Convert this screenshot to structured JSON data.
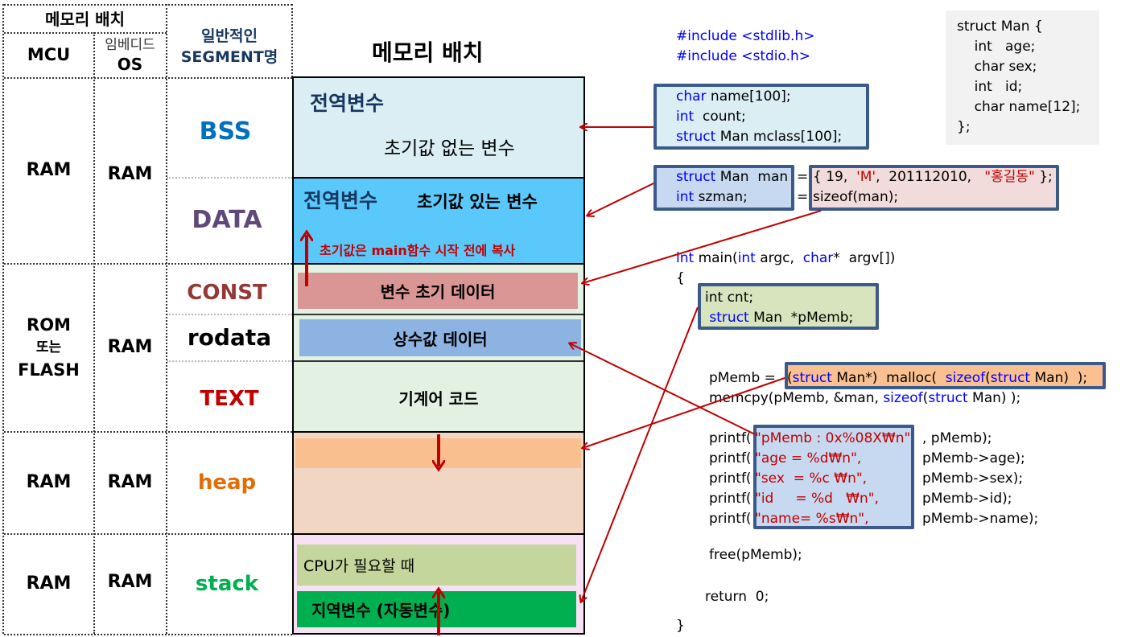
{
  "table": {
    "header_layout": "메모리 배치",
    "col_mcu": "MCU",
    "col_os_line1": "임베디드",
    "col_os_line2": "OS",
    "col_segment_line1": "일반적인",
    "col_segment_line2": "SEGMENT명",
    "rows": [
      {
        "mcu": "RAM",
        "os": "RAM"
      },
      {
        "mcu_line1": "ROM",
        "mcu_line2": "또는",
        "mcu_line3": "FLASH",
        "os": "RAM"
      },
      {
        "mcu": "RAM",
        "os": "RAM"
      },
      {
        "mcu": "RAM",
        "os": "RAM"
      }
    ],
    "segments": {
      "bss": "BSS",
      "data": "DATA",
      "const": "CONST",
      "rodata": "rodata",
      "text": "TEXT",
      "heap": "heap",
      "stack": "stack"
    },
    "segment_colors": {
      "bss": "#0070c0",
      "data": "#5f497a",
      "const": "#953735",
      "rodata": "#000000",
      "text": "#c00000",
      "heap": "#e36c09",
      "stack": "#00b050"
    }
  },
  "memory": {
    "title": "메모리 배치",
    "bss_title": "전역변수",
    "bss_desc": "초기값 없는 변수",
    "data_title": "전역변수",
    "data_desc": "초기값 있는 변수",
    "data_note": "초기값은 main함수 시작 전에 복사",
    "const_label": "변수 초기 데이터",
    "rodata_label": "상수값 데이터",
    "text_label": "기계어 코드",
    "stack_cpu": "CPU가 필요할 때",
    "stack_local": "지역변수 (자동변수)"
  },
  "code": {
    "includes": [
      [
        [
          "#include <stdlib.h>",
          "kw"
        ]
      ],
      [
        [
          "#include <stdio.h>",
          "kw"
        ]
      ]
    ],
    "globals_bss": [
      [
        [
          "char",
          "kw"
        ],
        [
          " name[100];",
          ""
        ]
      ],
      [
        [
          "int",
          "kw"
        ],
        [
          "  count;",
          ""
        ]
      ],
      [
        [
          "struct",
          "kw"
        ],
        [
          " Man mclass[100];",
          ""
        ]
      ]
    ],
    "globals_data_left": [
      [
        [
          "struct",
          "kw"
        ],
        [
          " Man  man",
          ""
        ]
      ],
      [
        [
          "int",
          "kw"
        ],
        [
          " szman;",
          ""
        ]
      ]
    ],
    "globals_data_eq": [
      [
        "=",
        ""
      ],
      [
        "=",
        ""
      ]
    ],
    "globals_data_right": [
      [
        [
          "{ 19,  ",
          ""
        ],
        [
          "'M'",
          "str"
        ],
        [
          ",  201112010,   ",
          ""
        ],
        [
          "\"홍길동\"",
          "str"
        ],
        [
          " };",
          ""
        ]
      ],
      [
        [
          "sizeof(man);",
          ""
        ]
      ]
    ],
    "main_sig": [
      [
        [
          "int",
          "kw"
        ],
        [
          " main(",
          ""
        ],
        [
          "int",
          "kw"
        ],
        [
          " argc,  ",
          ""
        ],
        [
          "char",
          "kw"
        ],
        [
          "*  argv[])",
          ""
        ]
      ],
      [
        [
          "{",
          ""
        ]
      ]
    ],
    "locals": [
      [
        [
          "int cnt;",
          ""
        ]
      ],
      [
        [
          " ",
          ""
        ],
        [
          "struct",
          "kw"
        ],
        [
          " Man  *pMemb;",
          ""
        ]
      ]
    ],
    "malloc_prefix": [
      [
        [
          "pMemb = ",
          ""
        ]
      ]
    ],
    "malloc_expr": [
      [
        [
          "(",
          ""
        ],
        [
          "struct",
          "kw"
        ],
        [
          " Man*)  malloc(  ",
          ""
        ],
        [
          "sizeof",
          "kw"
        ],
        [
          "(",
          ""
        ],
        [
          "struct",
          "kw"
        ],
        [
          " Man)  );",
          ""
        ]
      ]
    ],
    "memcpy": [
      [
        [
          "memcpy(pMemb, &man, ",
          ""
        ],
        [
          "sizeof",
          "kw"
        ],
        [
          "(",
          ""
        ],
        [
          "struct",
          "kw"
        ],
        [
          " Man) );",
          ""
        ]
      ]
    ],
    "printf_prefix": [
      [
        [
          "printf(",
          ""
        ]
      ],
      [
        [
          "printf(",
          ""
        ]
      ],
      [
        [
          "printf(",
          ""
        ]
      ],
      [
        [
          "printf(",
          ""
        ]
      ],
      [
        [
          "printf(",
          ""
        ]
      ]
    ],
    "printf_formats": [
      [
        [
          "\"pMemb : 0x%08X₩n\"",
          "str"
        ]
      ],
      [
        [
          "\"age = %d₩n\",",
          "str"
        ]
      ],
      [
        [
          "\"sex  = %c ₩n\",",
          "str"
        ]
      ],
      [
        [
          "\"id     = %d   ₩n\",",
          "str"
        ]
      ],
      [
        [
          "\"name= %s₩n\",",
          "str"
        ]
      ]
    ],
    "printf_args": [
      [
        [
          ", pMemb);",
          ""
        ]
      ],
      [
        [
          "pMemb->age);",
          ""
        ]
      ],
      [
        [
          "pMemb->sex);",
          ""
        ]
      ],
      [
        [
          "pMemb->id);",
          ""
        ]
      ],
      [
        [
          "pMemb->name);",
          ""
        ]
      ]
    ],
    "free": [
      [
        [
          "free(pMemb);",
          ""
        ]
      ]
    ],
    "ret": [
      [
        [
          "return  0;",
          ""
        ]
      ]
    ],
    "close": [
      [
        [
          "}",
          ""
        ]
      ]
    ],
    "struct_def": [
      [
        [
          "struct Man {",
          ""
        ]
      ],
      [
        [
          "    int   age;",
          ""
        ]
      ],
      [
        [
          "    char sex;",
          ""
        ]
      ],
      [
        [
          "    int   id;",
          ""
        ]
      ],
      [
        [
          "    char name[12];",
          ""
        ]
      ],
      [
        [
          "};",
          ""
        ]
      ]
    ]
  },
  "colors": {
    "arrow": "#c00000",
    "box_border": "#3b5a8a",
    "keyword": "#0000ff",
    "string": "#c00000"
  }
}
